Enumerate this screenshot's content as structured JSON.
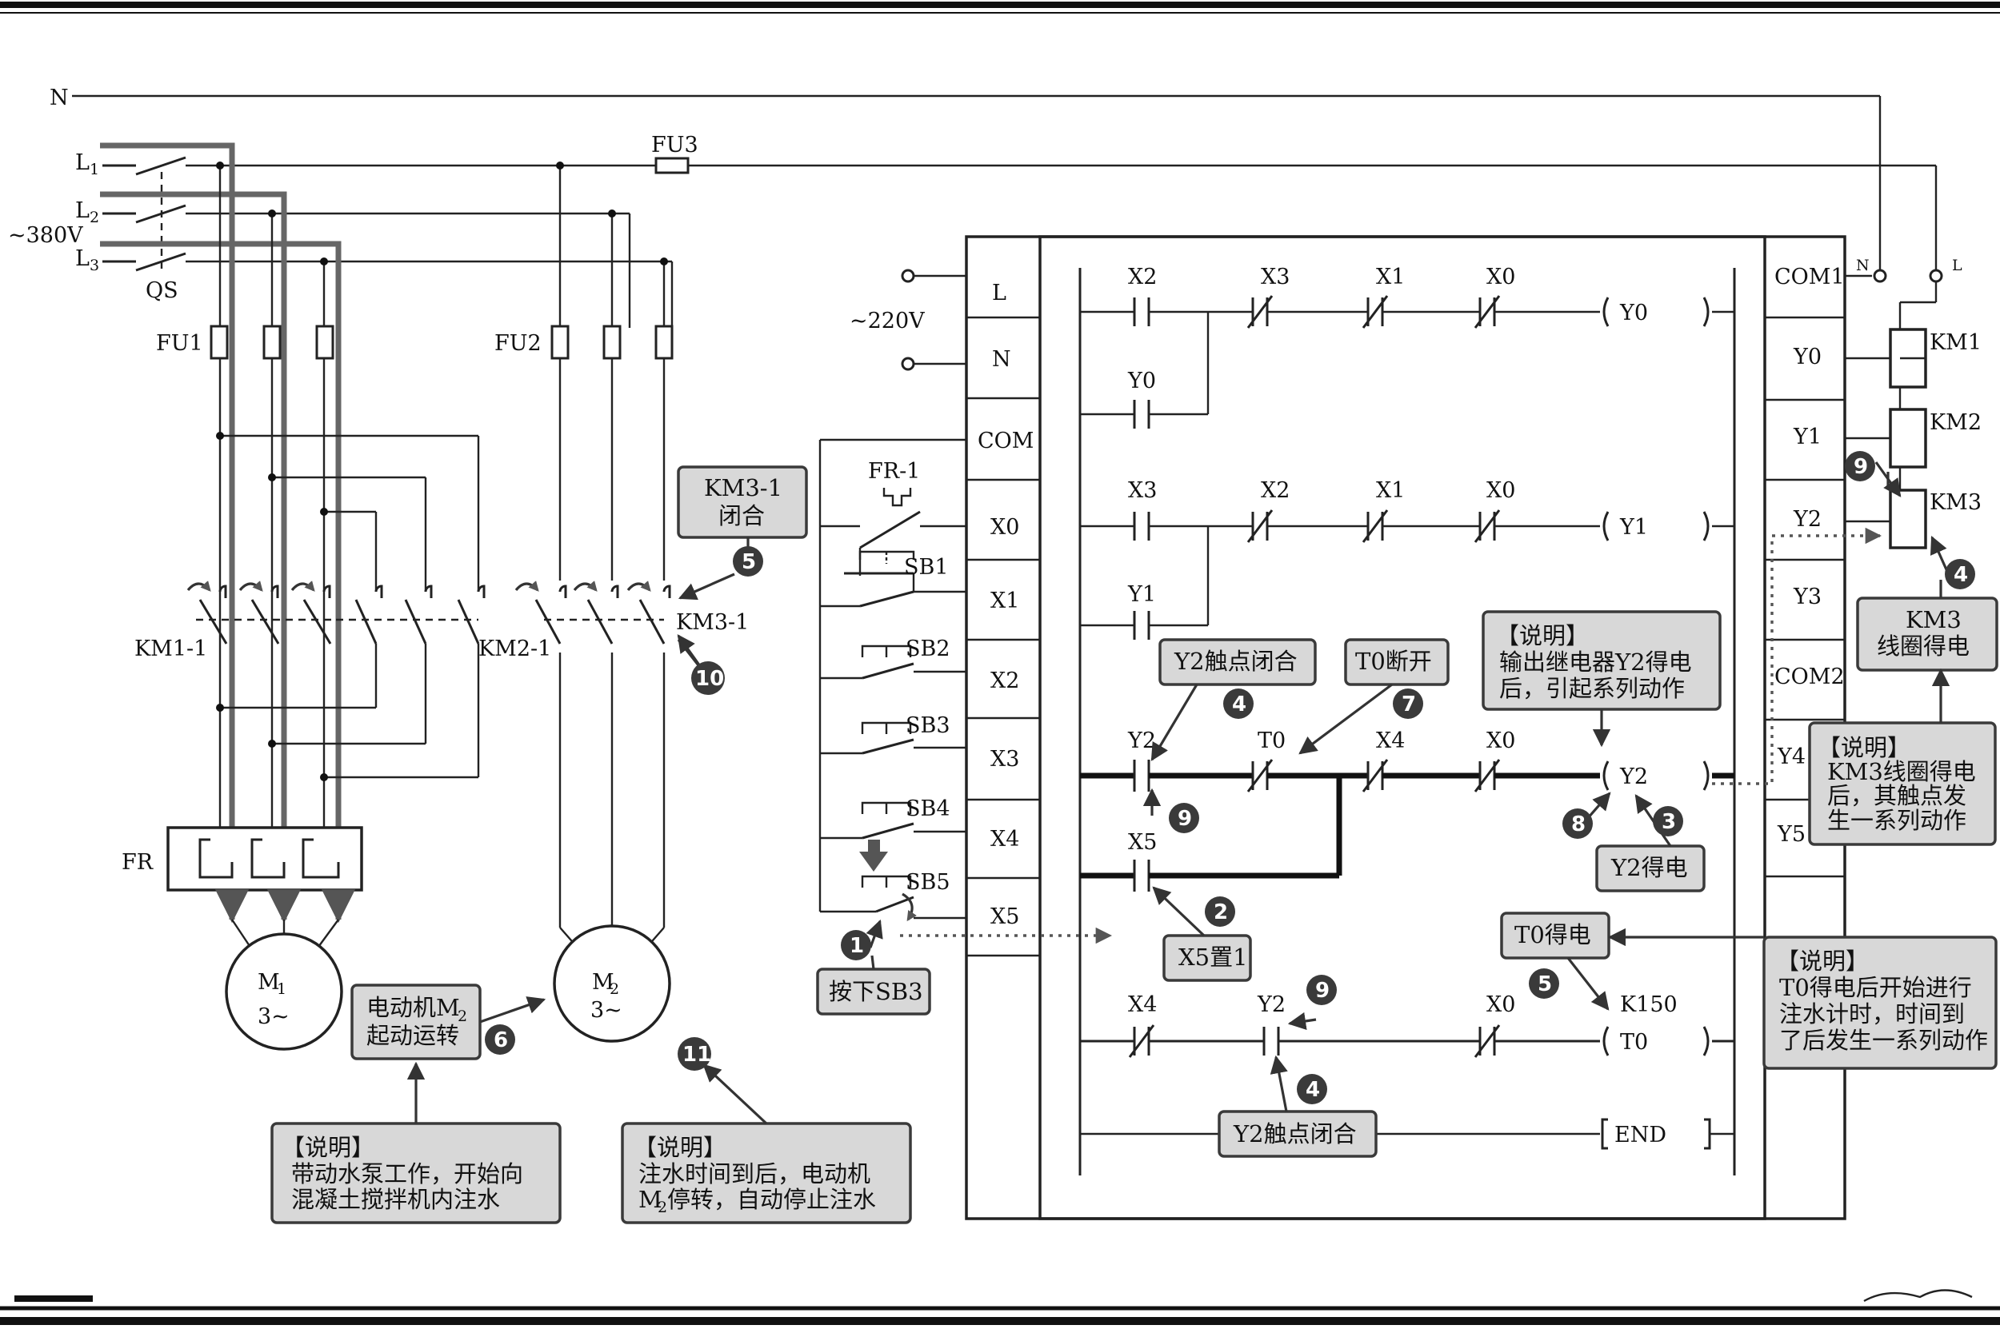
{
  "power": {
    "n": "N",
    "l1": "L",
    "l2": "L",
    "l3": "L",
    "l1_sub": "1",
    "l2_sub": "2",
    "l3_sub": "3",
    "v380": "~380V",
    "qs": "QS",
    "fu1": "FU1",
    "fu2": "FU2",
    "fu3": "FU3",
    "fr": "FR",
    "km1_1": "KM1-1",
    "km2_1": "KM2-1",
    "km3_1": "KM3-1",
    "m1": "M",
    "m1_sub": "1",
    "m1_phase": "3~",
    "m2": "M",
    "m2_sub": "2",
    "m2_phase": "3~"
  },
  "plc": {
    "v220": "~220V",
    "left_terms": [
      "L",
      "N",
      "COM",
      "X0",
      "X1",
      "X2",
      "X3",
      "X4",
      "X5"
    ],
    "right_terms": [
      "COM1",
      "Y0",
      "Y1",
      "Y2",
      "Y3",
      "COM2",
      "Y4",
      "Y5"
    ],
    "fr_1": "FR-1",
    "sb1": "SB1",
    "sb2": "SB2",
    "sb3": "SB3",
    "sb4": "SB4",
    "sb5": "SB5",
    "out_n": "N",
    "out_l": "L",
    "km1": "KM1",
    "km2": "KM2",
    "km3": "KM3"
  },
  "ladder": {
    "r1": [
      "X2",
      "X3",
      "X1",
      "X0",
      "Y0"
    ],
    "r1_parallel": "Y0",
    "r2": [
      "X3",
      "X2",
      "X1",
      "X0",
      "Y1"
    ],
    "r2_parallel": "Y1",
    "r3": [
      "Y2",
      "T0",
      "X4",
      "X0",
      "Y2"
    ],
    "r3_parallel": "X5",
    "r4": [
      "X4",
      "Y2",
      "X0",
      "T0"
    ],
    "k150": "K150",
    "end": "END"
  },
  "callouts": {
    "km3_1_closed": [
      "KM3-1",
      "闭合"
    ],
    "y2_contact_closed": "Y2触点闭合",
    "t0_open": "T0断开",
    "note_y2": [
      "【说明】",
      "输出继电器Y2得电",
      "后，引起系列动作"
    ],
    "km3_coil": [
      "KM3",
      "线圈得电"
    ],
    "note_km3": [
      "【说明】",
      "KM3线圈得电",
      "后，其触点发",
      "生一系列动作"
    ],
    "y2_powered": "Y2得电",
    "x5_set": "X5置1",
    "t0_powered": "T0得电",
    "note_t0": [
      "【说明】",
      "T0得电后开始进行",
      "注水计时，时间到",
      "了后发生一系列动作"
    ],
    "y2_contact_closed_2": "Y2触点闭合",
    "press_sb3": "按下SB3",
    "motor_m2": [
      "电动机M",
      "起动运转"
    ],
    "motor_m2_sub": "2",
    "note_pump": [
      "【说明】",
      "带动水泵工作，开始向",
      "混凝土搅拌机内注水"
    ],
    "note_stop": [
      "【说明】",
      "注水时间到后，电动机",
      "停转，自动停止注水"
    ],
    "note_stop_m": "M",
    "note_stop_sub": "2"
  },
  "badges": [
    "1",
    "2",
    "3",
    "4",
    "5",
    "6",
    "7",
    "8",
    "9",
    "10",
    "11"
  ]
}
